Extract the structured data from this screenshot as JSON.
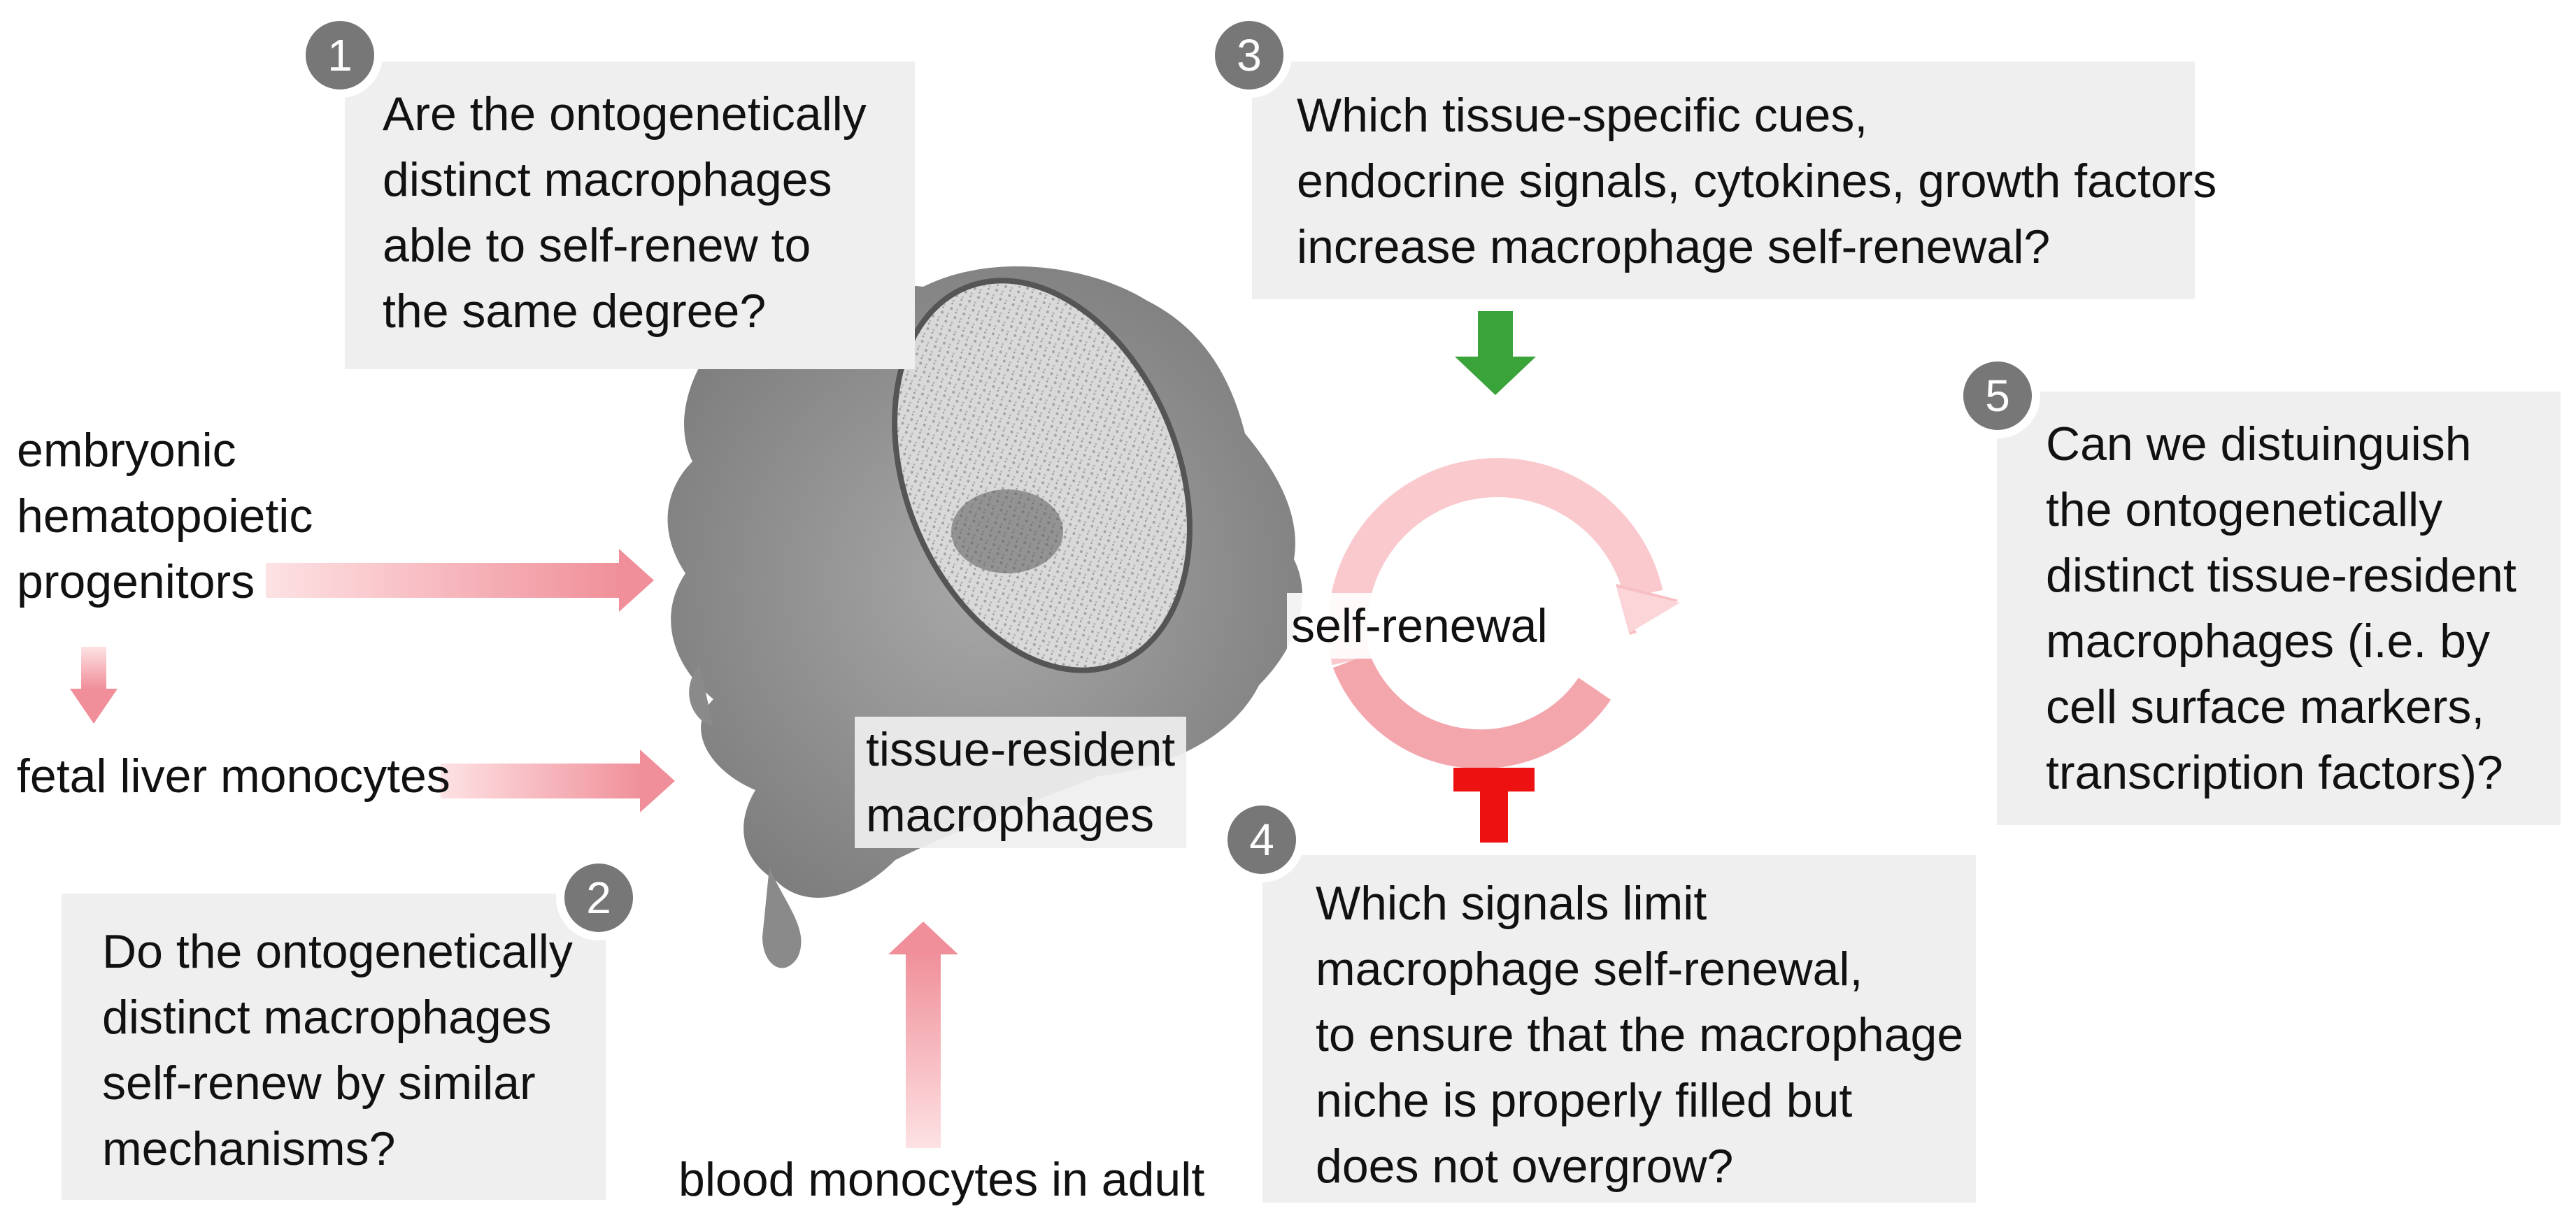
{
  "questions": {
    "q1": {
      "number": "1",
      "lines": [
        "Are the ontogenetically",
        "distinct macrophages",
        "able to self-renew to",
        "the same degree?"
      ]
    },
    "q2": {
      "number": "2",
      "lines": [
        "Do the ontogenetically",
        "distinct macrophages",
        "self-renew by similar",
        "mechanisms?"
      ]
    },
    "q3": {
      "number": "3",
      "lines": [
        "Which tissue-specific cues,",
        "endocrine signals, cytokines, growth factors",
        "increase macrophage self-renewal?"
      ]
    },
    "q4": {
      "number": "4",
      "lines": [
        "Which signals limit",
        "macrophage self-renewal,",
        "to ensure that the macrophage",
        "niche is properly filled but",
        "does not overgrow?"
      ]
    },
    "q5": {
      "number": "5",
      "lines": [
        "Can we distuinguish",
        "the ontogenetically",
        "distinct tissue-resident",
        "macrophages (i.e. by",
        "cell surface markers,",
        "transcription factors)?"
      ]
    }
  },
  "sources": {
    "embryonic": [
      "embryonic",
      "hematopoietic",
      "progenitors"
    ],
    "fetal_liver": "fetal liver monocytes",
    "blood": "blood monocytes in adult"
  },
  "center": {
    "cell_label": [
      "tissue-resident",
      "macrophages"
    ]
  },
  "cycle": {
    "label": "self-renewal"
  },
  "colors": {
    "box_bg": "#efefef",
    "badge": "#777777",
    "arrow_pink": "#f4a6ad",
    "stimulate_green": "#3aa33a",
    "inhibit_red": "#ee1111",
    "cell_gray": "#8a8a8a"
  }
}
